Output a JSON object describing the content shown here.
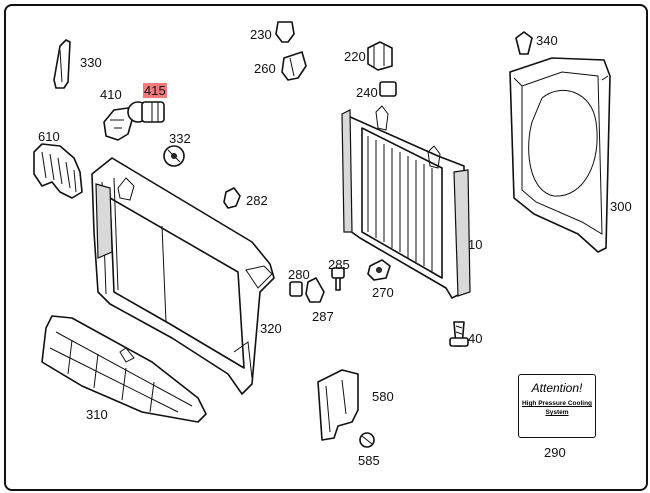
{
  "labels": {
    "p10": "10",
    "p40": "40",
    "p230": "230",
    "p220": "220",
    "p240": "240",
    "p260": "260",
    "p270": "270",
    "p280": "280",
    "p282": "282",
    "p285": "285",
    "p287": "287",
    "p290": "290",
    "p300": "300",
    "p310": "310",
    "p320": "320",
    "p330": "330",
    "p332": "332",
    "p340": "340",
    "p410": "410",
    "p415": "415",
    "p580": "580",
    "p585": "585",
    "p610": "610"
  },
  "notice": {
    "title": "Attention!",
    "line1": "High Pressure Cooling",
    "line2": "System"
  },
  "colors": {
    "highlight": "#f27a7a",
    "ink": "#111111"
  },
  "highlighted_part": "415"
}
